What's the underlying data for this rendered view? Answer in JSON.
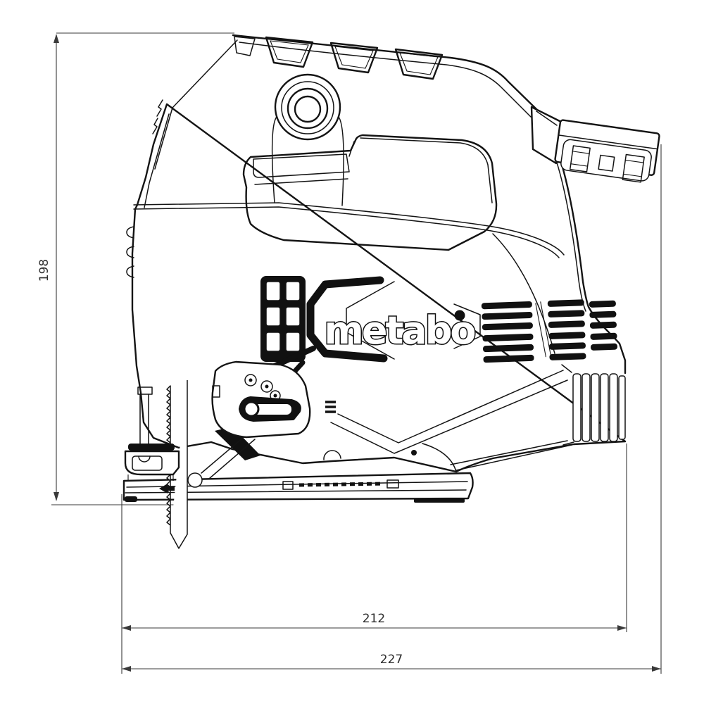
{
  "canvas": {
    "background": "#ffffff",
    "line_color": "#141414",
    "dim_color": "#3a3a3a"
  },
  "logo": {
    "text": "metabo"
  },
  "dimensions": {
    "height": {
      "label": "198"
    },
    "width_base": {
      "label": "212"
    },
    "width_overall": {
      "label": "227"
    }
  }
}
